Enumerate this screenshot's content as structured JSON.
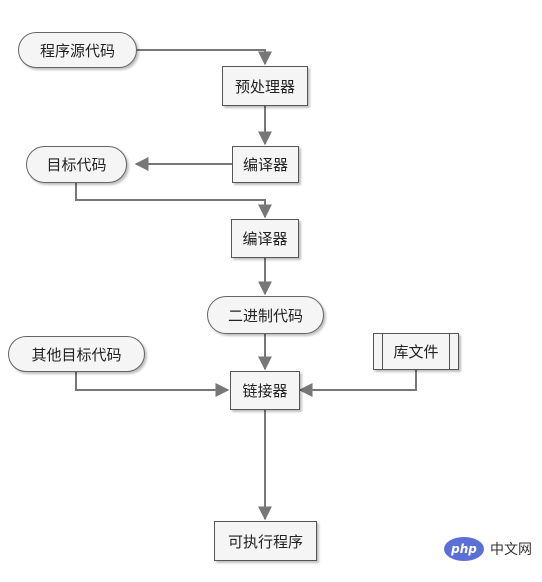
{
  "nodes": {
    "source_code": "程序源代码",
    "preprocessor": "预处理器",
    "compiler1": "编译器",
    "object_code": "目标代码",
    "compiler2": "编译器",
    "binary_code": "二进制代码",
    "other_object_code": "其他目标代码",
    "library": "库文件",
    "linker": "链接器",
    "executable": "可执行程序"
  },
  "watermark": {
    "logo": "php",
    "text": "中文网"
  },
  "colors": {
    "node_fill": "#f5f5f5",
    "node_border": "#555555",
    "connector": "#777777",
    "watermark_logo": "#5b6fd6"
  }
}
